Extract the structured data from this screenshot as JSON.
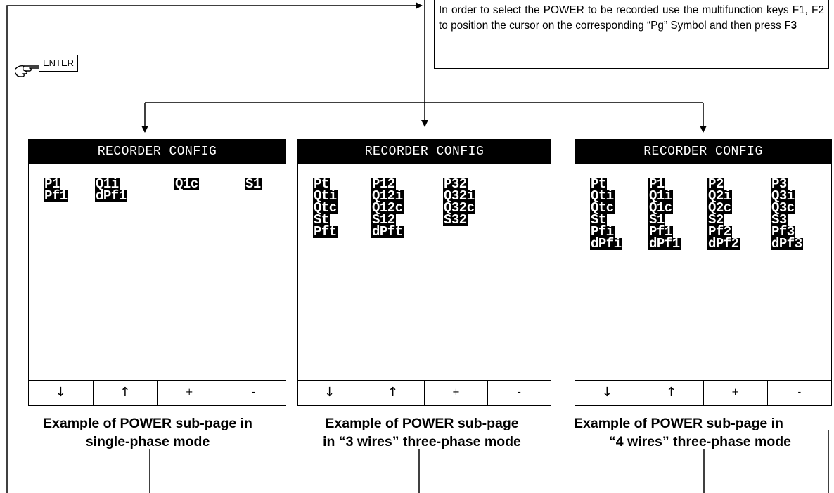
{
  "note": {
    "text": "In order to select the POWER to be recorded use the multifunction keys F1, F2 to position the cursor on the corresponding “Pg” Symbol and then press ",
    "bold": "F3"
  },
  "enter_key": "ENTER",
  "screens": [
    {
      "title": "RECORDER CONFIG",
      "params": [
        [
          "P1",
          "Q1i",
          "Q1c",
          "S1"
        ],
        [
          "Pf1",
          "dPf1"
        ]
      ],
      "fkeys": [
        "↓",
        "↑",
        "+",
        "-"
      ],
      "caption": [
        "Example of POWER sub-page in",
        "single-phase mode"
      ]
    },
    {
      "title": "RECORDER CONFIG",
      "params": [
        [
          "Pt",
          "P12",
          "P32"
        ],
        [
          "Qti",
          "Q12i",
          "Q32i"
        ],
        [
          "Qtc",
          "Q12c",
          "Q32c"
        ],
        [
          "St",
          "S12",
          "S32"
        ],
        [
          "Pft",
          "dPft"
        ]
      ],
      "fkeys": [
        "↓",
        "↑",
        "+",
        "-"
      ],
      "caption": [
        "Example of POWER sub-page",
        "in “3 wires” three-phase mode"
      ]
    },
    {
      "title": "RECORDER CONFIG",
      "params": [
        [
          "Pt",
          "P1",
          "P2",
          "P3"
        ],
        [
          "Qti",
          "Q1i",
          "Q2i",
          "Q3i"
        ],
        [
          "Qtc",
          "Q1c",
          "Q2c",
          "Q3c"
        ],
        [
          "St",
          "S1",
          "S2",
          "S3"
        ],
        [
          "Pfi",
          "Pf1",
          "Pf2",
          "Pf3"
        ],
        [
          "dPfi",
          "dPf1",
          "dPf2",
          "dPf3"
        ]
      ],
      "fkeys": [
        "↓",
        "↑",
        "+",
        "-"
      ],
      "caption": [
        "Example of POWER sub-page in",
        "“4 wires” three-phase mode"
      ]
    }
  ]
}
